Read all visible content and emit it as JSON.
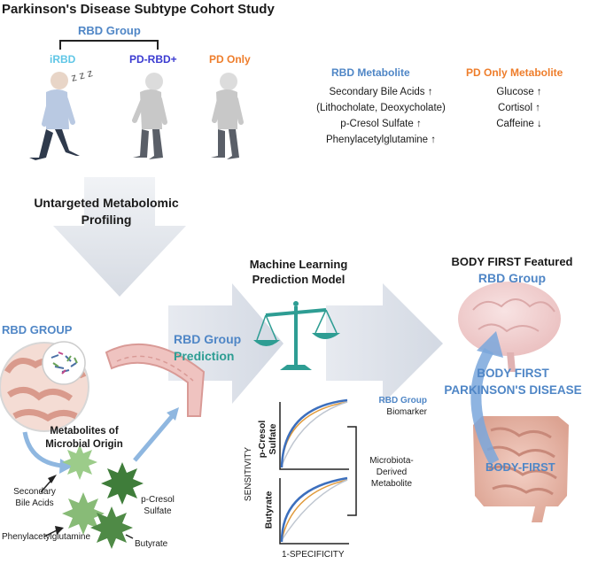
{
  "title": "Parkinson's Disease Subtype Cohort Study",
  "cohort": {
    "rbd_group_label": "RBD Group",
    "irbd_label": "iRBD",
    "pd_rbd_label": "PD-RBD+",
    "pd_only_label": "PD Only",
    "sleep_glyph": "z z z"
  },
  "rbd_metabolite": {
    "heading": "RBD Metabolite",
    "lines": [
      "Secondary Bile Acids ↑",
      "(Lithocholate, Deoxycholate)",
      "p-Cresol Sulfate ↑",
      "Phenylacetylglutamine ↑"
    ]
  },
  "pd_only_metabolite": {
    "heading": "PD Only Metabolite",
    "lines": [
      "Glucose ↑",
      "Cortisol ↑",
      "Caffeine ↓"
    ]
  },
  "profiling": {
    "line1": "Untargeted Metabolomic",
    "line2": "Profiling"
  },
  "rbd_group_panel": {
    "heading": "RBD GROUP",
    "microbial_line1": "Metabolites of",
    "microbial_line2": "Microbial Origin",
    "metabolites": {
      "secondary_bile_acids_1": "Secondary",
      "secondary_bile_acids_2": "Bile Acids",
      "p_cresol_1": "p-Cresol",
      "p_cresol_2": "Sulfate",
      "phenylacetylglutamine": "Phenylacetylglutamine",
      "butyrate": "Butyrate"
    }
  },
  "prediction_arrow": {
    "line1": "RBD Group",
    "line2": "Prediction"
  },
  "ml_model": {
    "line1": "Machine Learning",
    "line2": "Prediction Model"
  },
  "roc": {
    "ylabel": "SENSITIVITY",
    "xlabel": "1-SPECIFICITY",
    "panel1_label_1": "p-Cresol",
    "panel1_label_2": "Sulfate",
    "panel2_label": "Butyrate",
    "legend_rbd_1": "RBD Group",
    "legend_rbd_2": "Biomarker",
    "legend_micro_1": "Microbiota-",
    "legend_micro_2": "Derived",
    "legend_micro_3": "Metabolite"
  },
  "body_first": {
    "heading": "BODY FIRST Featured",
    "subheading": "RBD Group",
    "center_line1": "BODY FIRST",
    "center_line2": "PARKINSON'S DISEASE",
    "gut_label": "BODY-FIRST"
  },
  "colors": {
    "blue": "#4f86c6",
    "teal": "#2e9d93",
    "orange": "#ee7d2b",
    "purple": "#3b3bd1",
    "cyan": "#5fc6e6",
    "green": "#6aa35a",
    "arrow_gray": "#dfe3ea"
  }
}
